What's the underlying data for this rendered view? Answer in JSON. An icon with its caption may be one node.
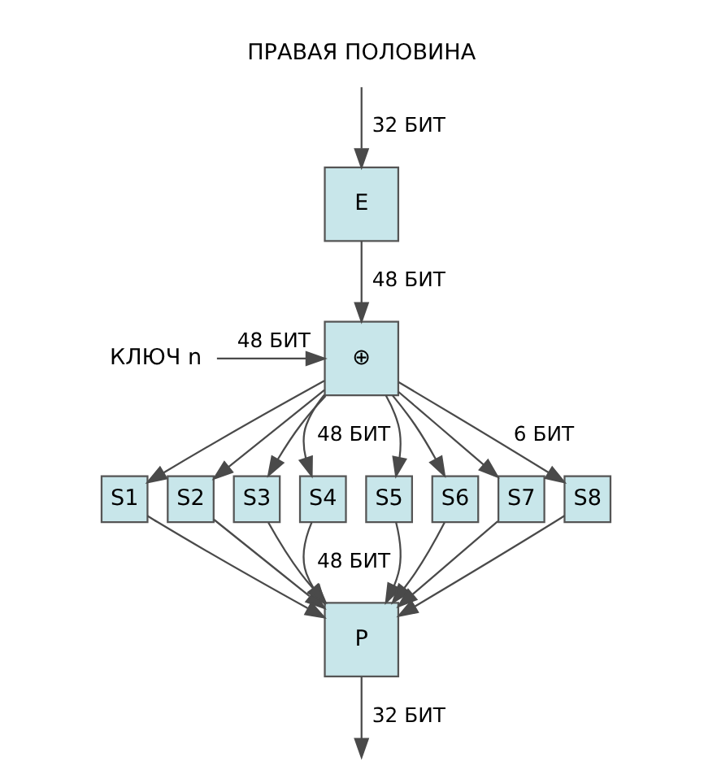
{
  "diagram": {
    "nodes": [
      {
        "text": [
          "ПРАВАЯ ПОЛОВИНА"
        ]
      },
      {
        "text": [
          "E"
        ]
      },
      {
        "text": [
          "⊕"
        ]
      },
      {
        "text": [
          "КЛЮЧ n"
        ]
      },
      {
        "text": [
          "S1"
        ]
      },
      {
        "text": [
          "S2"
        ]
      },
      {
        "text": [
          "S3"
        ]
      },
      {
        "text": [
          "S4"
        ]
      },
      {
        "text": [
          "S5"
        ]
      },
      {
        "text": [
          "S6"
        ]
      },
      {
        "text": [
          "S7"
        ]
      },
      {
        "text": [
          "S8"
        ]
      },
      {
        "text": [
          "P"
        ]
      }
    ],
    "edges": [
      {
        "from": 0,
        "to": 1,
        "arrow": "to",
        "label": "32 БИТ"
      },
      {
        "from": 1,
        "to": 2,
        "arrow": "to",
        "label": "48 БИТ"
      },
      {
        "from": 3,
        "to": 2,
        "arrow": "to",
        "label": "48 БИТ"
      },
      {
        "from": 2,
        "to": 4,
        "arrow": "to"
      },
      {
        "from": 2,
        "to": 5,
        "arrow": "to"
      },
      {
        "from": 2,
        "to": 6,
        "arrow": "to"
      },
      {
        "from": 2,
        "to": 7,
        "arrow": "to",
        "label": "48 БИТ"
      },
      {
        "from": 2,
        "to": 8,
        "arrow": "to"
      },
      {
        "from": 2,
        "to": 9,
        "arrow": "to"
      },
      {
        "from": 2,
        "to": 10,
        "arrow": "to"
      },
      {
        "from": 2,
        "to": 11,
        "arrow": "to",
        "label": "6 БИТ"
      },
      {
        "from": 4,
        "to": 12,
        "arrow": "to"
      },
      {
        "from": 5,
        "to": 12,
        "arrow": "to"
      },
      {
        "from": 6,
        "to": 12,
        "arrow": "to"
      },
      {
        "from": 7,
        "to": 12,
        "arrow": "to",
        "label": "48 БИТ"
      },
      {
        "from": 8,
        "to": 12,
        "arrow": "to"
      },
      {
        "from": 9,
        "to": 12,
        "arrow": "to"
      },
      {
        "from": 10,
        "to": 12,
        "arrow": "to"
      },
      {
        "from": 11,
        "to": 12,
        "arrow": "to"
      },
      {
        "from": 12,
        "to": null,
        "arrow": "to",
        "label": "32 БИТ"
      }
    ]
  }
}
